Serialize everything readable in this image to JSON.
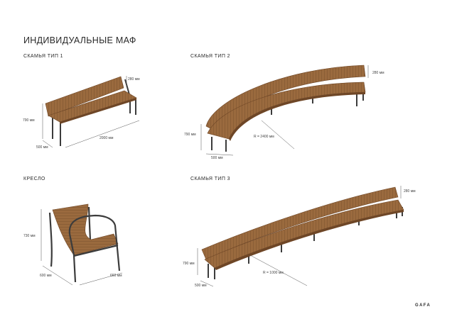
{
  "page": {
    "title": "ИНДИВИДУАЛЬНЫЕ МАФ",
    "logo": "GAFA"
  },
  "items": [
    {
      "label": "СКАМЬЯ ТИП 1",
      "dims": {
        "back": "280 мм",
        "height": "790 мм",
        "depth": "500 мм",
        "length": "2000 мм"
      }
    },
    {
      "label": "СКАМЬЯ ТИП 2",
      "dims": {
        "back": "280 мм",
        "height": "790 мм",
        "depth": "500 мм",
        "radius": "R = 2400 мм"
      }
    },
    {
      "label": "КРЕСЛО",
      "dims": {
        "height": "730 мм",
        "depth": "600 мм",
        "width": "660 мм"
      }
    },
    {
      "label": "СКАМЬЯ ТИП 3",
      "dims": {
        "back": "280 мм",
        "height": "790 мм",
        "depth": "500 мм",
        "radius": "R = 1000 мм"
      }
    }
  ],
  "colors": {
    "wood": "#9a6a3e",
    "wood_dark": "#6e4626",
    "metal": "#3c3c3c"
  }
}
